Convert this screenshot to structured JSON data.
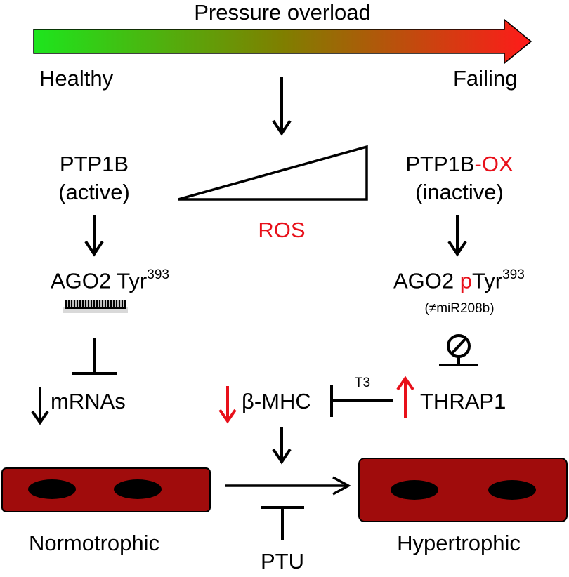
{
  "header": {
    "title": "Pressure overload",
    "left_end": "Healthy",
    "right_end": "Failing"
  },
  "left_branch": {
    "enzyme": "PTP1B",
    "enzyme_state": "(active)",
    "ago2": "AGO2 Tyr",
    "ago2_sup": "393",
    "effect": "mRNAs",
    "cell_label": "Normotrophic"
  },
  "center": {
    "ros": "ROS",
    "bmhc": "β-MHC",
    "t3": "T3",
    "ptu": "PTU"
  },
  "right_branch": {
    "enzyme": "PTP1B",
    "enzyme_suffix": "-OX",
    "enzyme_state": "(inactive)",
    "ago2_prefix": "AGO2 ",
    "ago2_p": "p",
    "ago2": "Tyr",
    "ago2_sup": "393",
    "mirna_note": "(≠miR208b)",
    "target": "THRAP1",
    "cell_label": "Hypertrophic"
  },
  "colors": {
    "gradient_start": "#1de51d",
    "gradient_mid": "#7f7f00",
    "gradient_end": "#ff1a1a",
    "cell_fill": "#a00c0c",
    "nucleus": "#000000",
    "accent_red": "#e8101a"
  }
}
